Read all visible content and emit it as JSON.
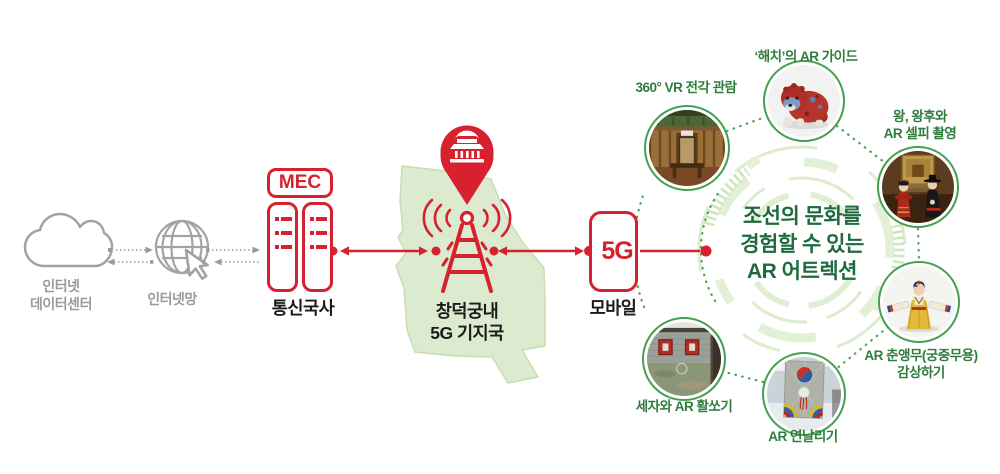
{
  "colors": {
    "accent_red": "#d7212e",
    "map_green": "#dcebcf",
    "hub_text_green": "#1d6b3e",
    "label_green": "#2e7d3c",
    "connector_green": "#4d9e57",
    "gray_icon": "#a3a3a3"
  },
  "flow": {
    "datacenter": {
      "icon": "cloud-icon",
      "label_line1": "인터넷",
      "label_line2": "데이터센터"
    },
    "internet": {
      "icon": "globe-cursor-icon",
      "label": "인터넷망"
    },
    "telecom": {
      "icon": "server-rack-icon",
      "badge": "MEC",
      "label": "통신국사"
    },
    "basestation": {
      "icon": "radio-tower-icon",
      "pin": "palace-pin-icon",
      "label_line1": "창덕궁내",
      "label_line2": "5G 기지국"
    },
    "mobile": {
      "icon": "smartphone-icon",
      "device_text": "5G",
      "label": "모바일"
    }
  },
  "hub": {
    "title_line1": "조선의 문화를",
    "title_line2": "경험할 수 있는",
    "title_line3": "AR 어트렉션",
    "attractions": [
      {
        "id": "vr360",
        "line1": "360° VR 전각 관람",
        "line2": ""
      },
      {
        "id": "haechi",
        "line1": "‘해치’의 AR 가이드",
        "line2": ""
      },
      {
        "id": "selfie",
        "line1": "왕, 왕후와",
        "line2": "AR 셀피 촬영"
      },
      {
        "id": "dance",
        "line1": "AR 춘앵무(궁중무용)",
        "line2": "감상하기"
      },
      {
        "id": "kite",
        "line1": "AR 연날리기",
        "line2": ""
      },
      {
        "id": "archery",
        "line1": "세자와 AR 활쏘기",
        "line2": ""
      }
    ]
  }
}
